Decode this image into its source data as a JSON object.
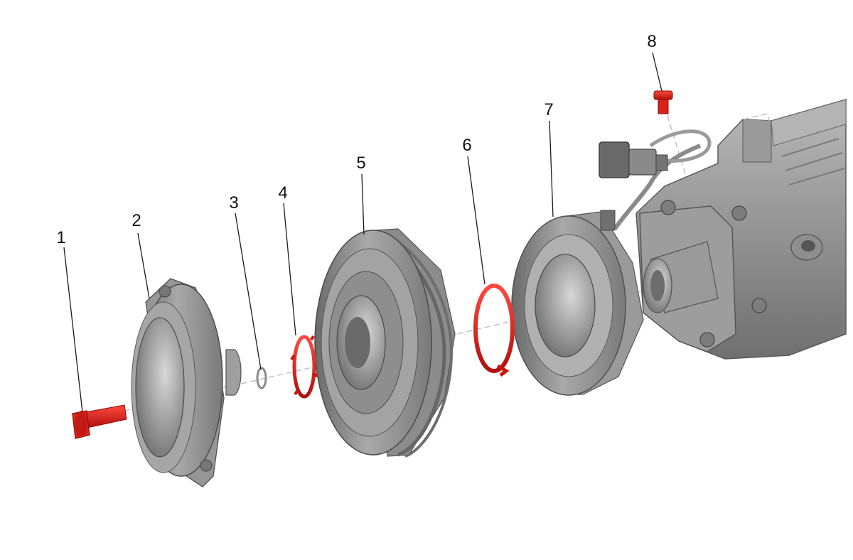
{
  "diagram": {
    "callouts": [
      {
        "id": "1",
        "label": "1"
      },
      {
        "id": "2",
        "label": "2"
      },
      {
        "id": "3",
        "label": "3"
      },
      {
        "id": "4",
        "label": "4"
      },
      {
        "id": "5",
        "label": "5"
      },
      {
        "id": "6",
        "label": "6"
      },
      {
        "id": "7",
        "label": "7"
      },
      {
        "id": "8",
        "label": "8"
      }
    ],
    "colors": {
      "highlight_part": "#e0201c",
      "part_gray": "#8f8f8f",
      "part_light": "#c4c4c4",
      "part_dark": "#5e5e5e",
      "leader_line": "#1a1a1a"
    }
  }
}
